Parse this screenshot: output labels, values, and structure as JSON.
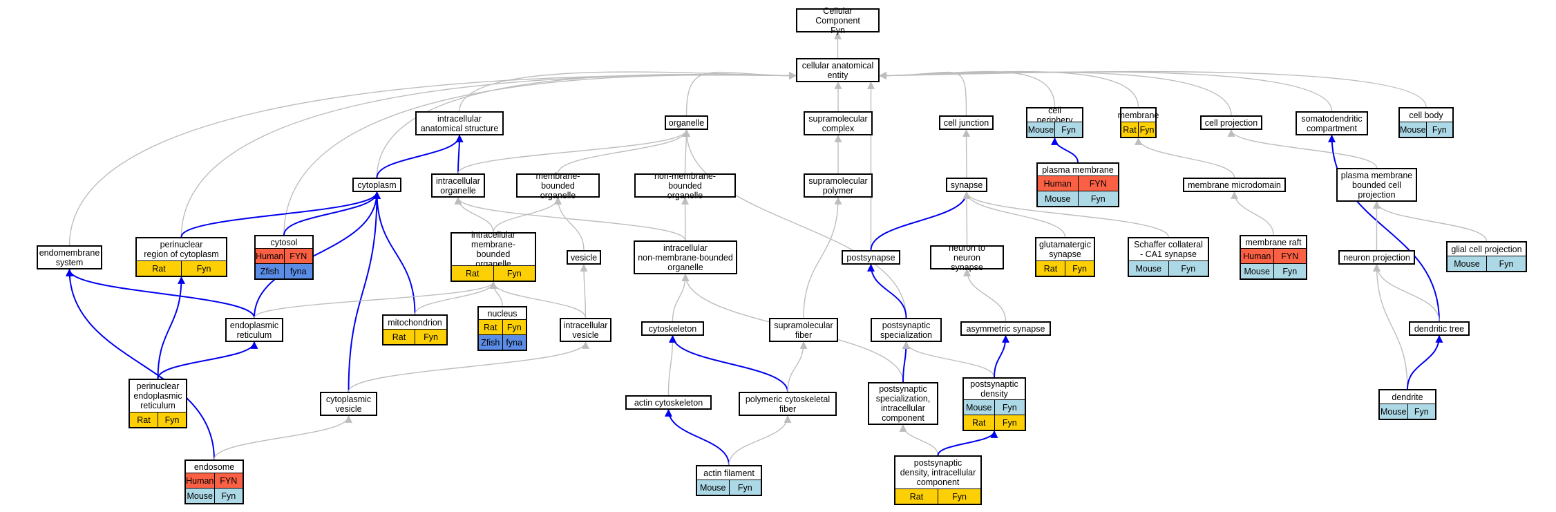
{
  "colors": {
    "Human": "#fa6044",
    "Rat": "#fcd005",
    "Mouse": "#add8e6",
    "Zfish": "#5b8de6",
    "grey_edge": "#bdbdbd",
    "blue_edge": "#0000ee"
  },
  "nodes": [
    {
      "id": "root",
      "label": "Cellular Component\nFyn"
    },
    {
      "id": "cae",
      "label": "cellular anatomical\nentity"
    },
    {
      "id": "ias",
      "label": "intracellular\nanatomical structure"
    },
    {
      "id": "organelle",
      "label": "organelle"
    },
    {
      "id": "smc",
      "label": "supramolecular\ncomplex"
    },
    {
      "id": "celljunction",
      "label": "cell junction"
    },
    {
      "id": "cellperiphery",
      "label": "cell periphery",
      "rows": [
        [
          {
            "t": "Mouse",
            "c": "Mouse"
          },
          {
            "t": "Fyn",
            "c": "Mouse"
          }
        ]
      ]
    },
    {
      "id": "membrane",
      "label": "membrane",
      "rows": [
        [
          {
            "t": "Rat",
            "c": "Rat"
          },
          {
            "t": "Fyn",
            "c": "Rat"
          }
        ]
      ]
    },
    {
      "id": "cellprojection",
      "label": "cell projection"
    },
    {
      "id": "somatodendritic",
      "label": "somatodendritic\ncompartment"
    },
    {
      "id": "cellbody",
      "label": "cell body",
      "rows": [
        [
          {
            "t": "Mouse",
            "c": "Mouse"
          },
          {
            "t": "Fyn",
            "c": "Mouse"
          }
        ]
      ]
    },
    {
      "id": "cytoplasm",
      "label": "cytoplasm"
    },
    {
      "id": "io",
      "label": "intracellular\norganelle"
    },
    {
      "id": "mbo",
      "label": "membrane-bounded\norganelle"
    },
    {
      "id": "nmbo",
      "label": "non-membrane-bounded\norganelle"
    },
    {
      "id": "smpolymer",
      "label": "supramolecular\npolymer"
    },
    {
      "id": "synapse",
      "label": "synapse"
    },
    {
      "id": "plasmamembrane",
      "label": "plasma membrane",
      "rows": [
        [
          {
            "t": "Human",
            "c": "Human"
          },
          {
            "t": "FYN",
            "c": "Human"
          }
        ],
        [
          {
            "t": "Mouse",
            "c": "Mouse"
          },
          {
            "t": "Fyn",
            "c": "Mouse"
          }
        ]
      ]
    },
    {
      "id": "membranemicrodomain",
      "label": "membrane microdomain"
    },
    {
      "id": "pmbcp",
      "label": "plasma membrane\nbounded cell\nprojection"
    },
    {
      "id": "endomembrane",
      "label": "endomembrane\nsystem"
    },
    {
      "id": "perinuclearcyto",
      "label": "perinuclear\nregion of cytoplasm",
      "rows": [
        [
          {
            "t": "Rat",
            "c": "Rat"
          },
          {
            "t": "Fyn",
            "c": "Rat"
          }
        ]
      ]
    },
    {
      "id": "cytosol",
      "label": "cytosol",
      "rows": [
        [
          {
            "t": "Human",
            "c": "Human"
          },
          {
            "t": "FYN",
            "c": "Human"
          }
        ],
        [
          {
            "t": "Zfish",
            "c": "Zfish"
          },
          {
            "t": "fyna",
            "c": "Zfish"
          }
        ]
      ]
    },
    {
      "id": "imbo",
      "label": "intracellular\nmembrane-bounded\norganelle",
      "rows": [
        [
          {
            "t": "Rat",
            "c": "Rat"
          },
          {
            "t": "Fyn",
            "c": "Rat"
          }
        ]
      ]
    },
    {
      "id": "vesicle",
      "label": "vesicle"
    },
    {
      "id": "inmbo",
      "label": "intracellular\nnon-membrane-bounded\norganelle"
    },
    {
      "id": "postsynapse",
      "label": "postsynapse"
    },
    {
      "id": "n2n",
      "label": "neuron to neuron\nsynapse"
    },
    {
      "id": "glutamatergic",
      "label": "glutamatergic\nsynapse",
      "rows": [
        [
          {
            "t": "Rat",
            "c": "Rat"
          },
          {
            "t": "Fyn",
            "c": "Rat"
          }
        ]
      ]
    },
    {
      "id": "schaffer",
      "label": "Schaffer collateral\n- CA1 synapse",
      "rows": [
        [
          {
            "t": "Mouse",
            "c": "Mouse"
          },
          {
            "t": "Fyn",
            "c": "Mouse"
          }
        ]
      ]
    },
    {
      "id": "membraneraft",
      "label": "membrane raft",
      "rows": [
        [
          {
            "t": "Human",
            "c": "Human"
          },
          {
            "t": "FYN",
            "c": "Human"
          }
        ],
        [
          {
            "t": "Mouse",
            "c": "Mouse"
          },
          {
            "t": "Fyn",
            "c": "Mouse"
          }
        ]
      ]
    },
    {
      "id": "neuronprojection",
      "label": "neuron projection"
    },
    {
      "id": "glialprojection",
      "label": "glial cell projection",
      "rows": [
        [
          {
            "t": "Mouse",
            "c": "Mouse"
          },
          {
            "t": "Fyn",
            "c": "Mouse"
          }
        ]
      ]
    },
    {
      "id": "nucleus",
      "label": "nucleus",
      "rows": [
        [
          {
            "t": "Rat",
            "c": "Rat"
          },
          {
            "t": "Fyn",
            "c": "Rat"
          }
        ],
        [
          {
            "t": "Zfish",
            "c": "Zfish"
          },
          {
            "t": "fyna",
            "c": "Zfish"
          }
        ]
      ]
    },
    {
      "id": "er",
      "label": "endoplasmic\nreticulum"
    },
    {
      "id": "mitochondrion",
      "label": "mitochondrion",
      "rows": [
        [
          {
            "t": "Rat",
            "c": "Rat"
          },
          {
            "t": "Fyn",
            "c": "Rat"
          }
        ]
      ]
    },
    {
      "id": "ivesicle",
      "label": "intracellular\nvesicle"
    },
    {
      "id": "cytoskeleton",
      "label": "cytoskeleton"
    },
    {
      "id": "smfiber",
      "label": "supramolecular\nfiber"
    },
    {
      "id": "pss",
      "label": "postsynaptic\nspecialization"
    },
    {
      "id": "asymmetric",
      "label": "asymmetric synapse"
    },
    {
      "id": "dendritictree",
      "label": "dendritic tree"
    },
    {
      "id": "perinuclearer",
      "label": "perinuclear\nendoplasmic\nreticulum",
      "rows": [
        [
          {
            "t": "Rat",
            "c": "Rat"
          },
          {
            "t": "Fyn",
            "c": "Rat"
          }
        ]
      ]
    },
    {
      "id": "cytovesicle",
      "label": "cytoplasmic\nvesicle"
    },
    {
      "id": "actincytoskeleton",
      "label": "actin cytoskeleton"
    },
    {
      "id": "polymericfiber",
      "label": "polymeric cytoskeletal\nfiber"
    },
    {
      "id": "pssic",
      "label": "postsynaptic\nspecialization,\nintracellular\ncomponent"
    },
    {
      "id": "psd",
      "label": "postsynaptic\ndensity",
      "rows": [
        [
          {
            "t": "Mouse",
            "c": "Mouse"
          },
          {
            "t": "Fyn",
            "c": "Mouse"
          }
        ],
        [
          {
            "t": "Rat",
            "c": "Rat"
          },
          {
            "t": "Fyn",
            "c": "Rat"
          }
        ]
      ]
    },
    {
      "id": "dendrite",
      "label": "dendrite",
      "rows": [
        [
          {
            "t": "Mouse",
            "c": "Mouse"
          },
          {
            "t": "Fyn",
            "c": "Mouse"
          }
        ]
      ]
    },
    {
      "id": "endosome",
      "label": "endosome",
      "rows": [
        [
          {
            "t": "Human",
            "c": "Human"
          },
          {
            "t": "FYN",
            "c": "Human"
          }
        ],
        [
          {
            "t": "Mouse",
            "c": "Mouse"
          },
          {
            "t": "Fyn",
            "c": "Mouse"
          }
        ]
      ]
    },
    {
      "id": "actinfilament",
      "label": "actin filament",
      "rows": [
        [
          {
            "t": "Mouse",
            "c": "Mouse"
          },
          {
            "t": "Fyn",
            "c": "Mouse"
          }
        ]
      ]
    },
    {
      "id": "psdic",
      "label": "postsynaptic\ndensity, intracellular\ncomponent",
      "rows": [
        [
          {
            "t": "Rat",
            "c": "Rat"
          },
          {
            "t": "Fyn",
            "c": "Rat"
          }
        ]
      ]
    }
  ],
  "edges": [
    [
      "cae",
      "root",
      "g"
    ],
    [
      "ias",
      "cae",
      "g"
    ],
    [
      "organelle",
      "cae",
      "g"
    ],
    [
      "smc",
      "cae",
      "g"
    ],
    [
      "celljunction",
      "cae",
      "g"
    ],
    [
      "cellperiphery",
      "cae",
      "g"
    ],
    [
      "membrane",
      "cae",
      "g"
    ],
    [
      "cellprojection",
      "cae",
      "g"
    ],
    [
      "somatodendritic",
      "cae",
      "g"
    ],
    [
      "cellbody",
      "cae",
      "g"
    ],
    [
      "cytoplasm",
      "cae",
      "g"
    ],
    [
      "endomembrane",
      "cae",
      "g"
    ],
    [
      "perinuclearcyto",
      "cae",
      "g"
    ],
    [
      "cytosol",
      "cae",
      "g"
    ],
    [
      "postsynapse",
      "cae",
      "g"
    ],
    [
      "cytoplasm",
      "ias",
      "b"
    ],
    [
      "io",
      "ias",
      "b"
    ],
    [
      "io",
      "organelle",
      "g"
    ],
    [
      "mbo",
      "organelle",
      "g"
    ],
    [
      "nmbo",
      "organelle",
      "g"
    ],
    [
      "pss",
      "organelle",
      "g"
    ],
    [
      "smpolymer",
      "smc",
      "g"
    ],
    [
      "synapse",
      "celljunction",
      "g"
    ],
    [
      "plasmamembrane",
      "cellperiphery",
      "b"
    ],
    [
      "membranemicrodomain",
      "membrane",
      "g"
    ],
    [
      "pmbcp",
      "cellprojection",
      "g"
    ],
    [
      "dendritictree",
      "somatodendritic",
      "b"
    ],
    [
      "perinuclearcyto",
      "cytoplasm",
      "b"
    ],
    [
      "cytosol",
      "cytoplasm",
      "b"
    ],
    [
      "er",
      "cytoplasm",
      "b"
    ],
    [
      "mitochondrion",
      "cytoplasm",
      "b"
    ],
    [
      "cytovesicle",
      "cytoplasm",
      "b"
    ],
    [
      "imbo",
      "io",
      "g"
    ],
    [
      "inmbo",
      "io",
      "g"
    ],
    [
      "imbo",
      "mbo",
      "g"
    ],
    [
      "vesicle",
      "mbo",
      "g"
    ],
    [
      "inmbo",
      "nmbo",
      "g"
    ],
    [
      "smfiber",
      "smpolymer",
      "g"
    ],
    [
      "postsynapse",
      "synapse",
      "b"
    ],
    [
      "n2n",
      "synapse",
      "g"
    ],
    [
      "glutamatergic",
      "synapse",
      "g"
    ],
    [
      "schaffer",
      "synapse",
      "g"
    ],
    [
      "membraneraft",
      "membranemicrodomain",
      "g"
    ],
    [
      "neuronprojection",
      "pmbcp",
      "g"
    ],
    [
      "glialprojection",
      "pmbcp",
      "g"
    ],
    [
      "er",
      "endomembrane",
      "b"
    ],
    [
      "endosome",
      "endomembrane",
      "b"
    ],
    [
      "perinuclearer",
      "perinuclearcyto",
      "b"
    ],
    [
      "nucleus",
      "imbo",
      "g"
    ],
    [
      "mitochondrion",
      "imbo",
      "g"
    ],
    [
      "er",
      "imbo",
      "g"
    ],
    [
      "ivesicle",
      "imbo",
      "g"
    ],
    [
      "ivesicle",
      "vesicle",
      "g"
    ],
    [
      "cytoskeleton",
      "inmbo",
      "g"
    ],
    [
      "pssic",
      "inmbo",
      "g"
    ],
    [
      "pss",
      "postsynapse",
      "b"
    ],
    [
      "asymmetric",
      "n2n",
      "g"
    ],
    [
      "dendritictree",
      "neuronprojection",
      "g"
    ],
    [
      "dendrite",
      "neuronprojection",
      "g"
    ],
    [
      "perinuclearer",
      "er",
      "b"
    ],
    [
      "cytovesicle",
      "ivesicle",
      "g"
    ],
    [
      "actincytoskeleton",
      "cytoskeleton",
      "g"
    ],
    [
      "polymericfiber",
      "cytoskeleton",
      "b"
    ],
    [
      "polymericfiber",
      "smfiber",
      "g"
    ],
    [
      "pssic",
      "pss",
      "b"
    ],
    [
      "psd",
      "pss",
      "g"
    ],
    [
      "psd",
      "asymmetric",
      "b"
    ],
    [
      "dendrite",
      "dendritictree",
      "b"
    ],
    [
      "endosome",
      "cytovesicle",
      "g"
    ],
    [
      "actinfilament",
      "actincytoskeleton",
      "b"
    ],
    [
      "actinfilament",
      "polymericfiber",
      "g"
    ],
    [
      "psdic",
      "pssic",
      "g"
    ],
    [
      "psdic",
      "psd",
      "b"
    ]
  ]
}
